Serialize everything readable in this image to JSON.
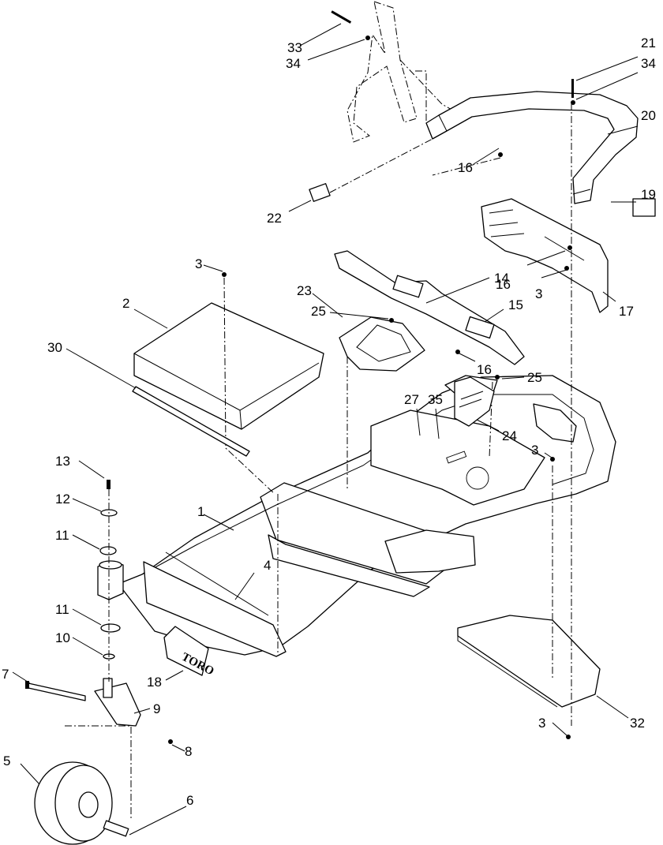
{
  "callouts": {
    "c1": "1",
    "c2": "2",
    "c3a": "3",
    "c3b": "3",
    "c3c": "3",
    "c3d": "3",
    "c4": "4",
    "c5": "5",
    "c6": "6",
    "c7": "7",
    "c8": "8",
    "c9": "9",
    "c10": "10",
    "c11a": "11",
    "c11b": "11",
    "c12": "12",
    "c13": "13",
    "c14": "14",
    "c15": "15",
    "c16a": "16",
    "c16b": "16",
    "c16c": "16",
    "c17": "17",
    "c18": "18",
    "c19": "19",
    "c20": "20",
    "c21": "21",
    "c22": "22",
    "c23": "23",
    "c24": "24",
    "c25a": "25",
    "c25b": "25",
    "c27": "27",
    "c30": "30",
    "c32": "32",
    "c33": "33",
    "c34a": "34",
    "c34b": "34",
    "c35": "35"
  },
  "logo_text": "TORO"
}
